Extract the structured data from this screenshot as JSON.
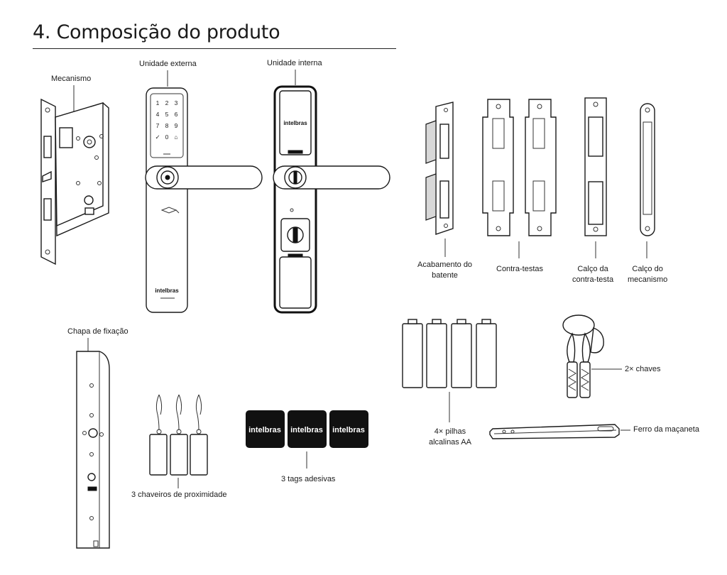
{
  "section": {
    "title": "4. Composição do produto"
  },
  "labels": {
    "mecanismo": "Mecanismo",
    "unidade_externa": "Unidade externa",
    "unidade_interna": "Unidade interna",
    "acabamento": [
      "Acabamento do",
      "batente"
    ],
    "contra_testas": "Contra-testas",
    "calco_contra_testa": [
      "Calço da",
      "contra-testa"
    ],
    "calco_mecanismo": [
      "Calço do",
      "mecanismo"
    ],
    "chapa": "Chapa de fixação",
    "chaveiros": "3 chaveiros de proximidade",
    "tags": "3 tags adesivas",
    "pilhas": [
      "4× pilhas",
      "alcalinas AA"
    ],
    "chaves": "2× chaves",
    "ferro": "Ferro da maçaneta"
  },
  "keypad": [
    "1",
    "2",
    "3",
    "4",
    "5",
    "6",
    "7",
    "8",
    "9",
    "✓",
    "0",
    "⌂"
  ],
  "brand": "intelbras",
  "tag_labels": [
    "intelbras",
    "intelbras",
    "intelbras"
  ]
}
